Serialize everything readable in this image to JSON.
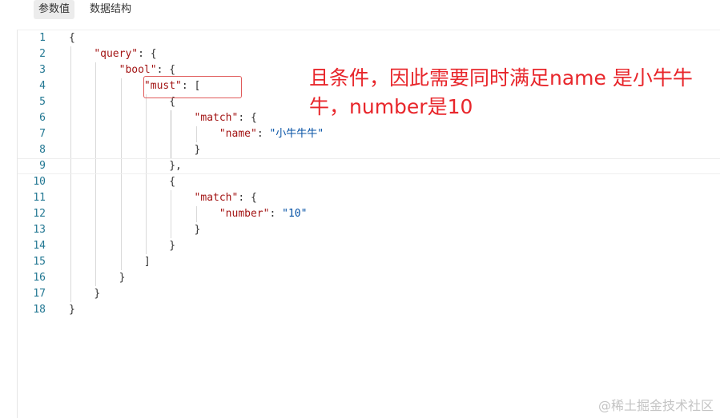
{
  "tabs": [
    {
      "label": "参数值",
      "active": true
    },
    {
      "label": "数据结构",
      "active": false
    }
  ],
  "editor": {
    "lines": [
      {
        "n": "1",
        "indent": "",
        "segs": [
          [
            "p",
            "{"
          ]
        ]
      },
      {
        "n": "2",
        "indent": "    ",
        "segs": [
          [
            "k",
            "\"query\""
          ],
          [
            "p",
            ": {"
          ]
        ]
      },
      {
        "n": "3",
        "indent": "        ",
        "segs": [
          [
            "k",
            "\"bool\""
          ],
          [
            "p",
            ": {"
          ]
        ]
      },
      {
        "n": "4",
        "indent": "            ",
        "segs": [
          [
            "k",
            "\"must\""
          ],
          [
            "p",
            ": ["
          ]
        ]
      },
      {
        "n": "5",
        "indent": "                ",
        "segs": [
          [
            "p",
            "{"
          ]
        ]
      },
      {
        "n": "6",
        "indent": "                    ",
        "segs": [
          [
            "k",
            "\"match\""
          ],
          [
            "p",
            ": {"
          ]
        ]
      },
      {
        "n": "7",
        "indent": "                        ",
        "segs": [
          [
            "k",
            "\"name\""
          ],
          [
            "p",
            ": "
          ],
          [
            "s",
            "\"小牛牛牛\""
          ]
        ]
      },
      {
        "n": "8",
        "indent": "                    ",
        "segs": [
          [
            "p",
            "}"
          ]
        ]
      },
      {
        "n": "9",
        "indent": "                ",
        "segs": [
          [
            "p",
            "},"
          ]
        ]
      },
      {
        "n": "10",
        "indent": "                ",
        "segs": [
          [
            "p",
            "{"
          ]
        ]
      },
      {
        "n": "11",
        "indent": "                    ",
        "segs": [
          [
            "k",
            "\"match\""
          ],
          [
            "p",
            ": {"
          ]
        ]
      },
      {
        "n": "12",
        "indent": "                        ",
        "segs": [
          [
            "k",
            "\"number\""
          ],
          [
            "p",
            ": "
          ],
          [
            "s",
            "\"10\""
          ]
        ]
      },
      {
        "n": "13",
        "indent": "                    ",
        "segs": [
          [
            "p",
            "}"
          ]
        ]
      },
      {
        "n": "14",
        "indent": "                ",
        "segs": [
          [
            "p",
            "}"
          ]
        ]
      },
      {
        "n": "15",
        "indent": "            ",
        "segs": [
          [
            "p",
            "]"
          ]
        ]
      },
      {
        "n": "16",
        "indent": "        ",
        "segs": [
          [
            "p",
            "}"
          ]
        ]
      },
      {
        "n": "17",
        "indent": "    ",
        "segs": [
          [
            "p",
            "}"
          ]
        ]
      },
      {
        "n": "18",
        "indent": "",
        "segs": [
          [
            "p",
            "}"
          ]
        ]
      }
    ]
  },
  "annotation": {
    "line1": "且条件，因此需要同时满足name 是小牛牛",
    "line2": "牛，number是10",
    "color": "#e8262b"
  },
  "watermark": "@稀土掘金技术社区",
  "colors": {
    "line_number": "#237893",
    "key": "#a31515",
    "string": "#0451a5"
  }
}
